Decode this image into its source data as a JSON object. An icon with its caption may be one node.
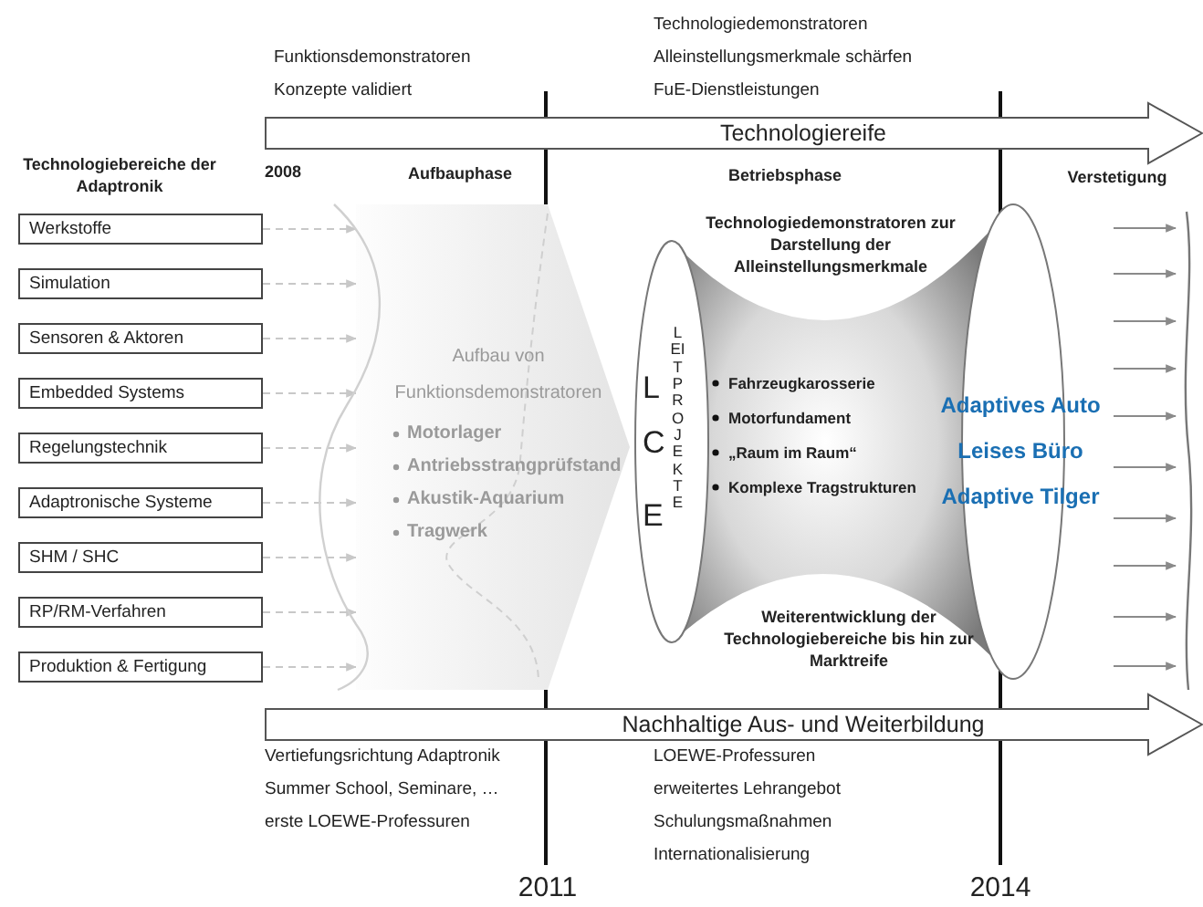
{
  "diagram": {
    "nodes": [
      {
        "text": [
          "Technologiereife"
        ]
      },
      {
        "text": [
          "Nachhaltige Aus- und Weiterbildung"
        ]
      },
      {
        "text": [
          "Werkstoffe"
        ]
      },
      {
        "text": [
          "Simulation"
        ]
      },
      {
        "text": [
          "Sensoren & Aktoren"
        ]
      },
      {
        "text": [
          "Embedded Systems"
        ]
      },
      {
        "text": [
          "Regelungstechnik"
        ]
      },
      {
        "text": [
          "Adaptronische Systeme"
        ]
      },
      {
        "text": [
          "SHM / SHC"
        ]
      },
      {
        "text": [
          "RP/RM-Verfahren"
        ]
      },
      {
        "text": [
          "Produktion & Fertigung"
        ]
      },
      {
        "text": [
          "Aufbau von Funktionsdemonstratoren",
          "Motorlager",
          "Antriebsstrangprüfstand",
          "Akustik-Aquarium",
          "Tragwerk"
        ]
      },
      {
        "text": [
          "Technologiedemonstratoren zur Darstellung der Alleinstellungsmerkmale",
          "L",
          "C",
          "E",
          "LEITPROJEKTE",
          "Fahrzeugkarosserie",
          "Motorfundament",
          "„Raum im Raum“",
          "Komplexe Tragstrukturen",
          "Weiterentwicklung der Technologiebereiche bis hin zur Marktreife",
          "Adaptives Auto",
          "Leises Büro",
          "Adaptive Tilger"
        ]
      },
      {
        "text": [],
        "shape": "bar"
      }
    ],
    "edges": [
      {
        "from": 2,
        "to": 11,
        "arrow": "to",
        "style": "dashed",
        "color": "#c8c8c8"
      },
      {
        "from": 3,
        "to": 11,
        "arrow": "to",
        "style": "dashed",
        "color": "#c8c8c8"
      },
      {
        "from": 4,
        "to": 11,
        "arrow": "to",
        "style": "dashed",
        "color": "#c8c8c8"
      },
      {
        "from": 5,
        "to": 11,
        "arrow": "to",
        "style": "dashed",
        "color": "#c8c8c8"
      },
      {
        "from": 6,
        "to": 11,
        "arrow": "to",
        "style": "dashed",
        "color": "#c8c8c8"
      },
      {
        "from": 7,
        "to": 11,
        "arrow": "to",
        "style": "dashed",
        "color": "#c8c8c8"
      },
      {
        "from": 8,
        "to": 11,
        "arrow": "to",
        "style": "dashed",
        "color": "#c8c8c8"
      },
      {
        "from": 9,
        "to": 11,
        "arrow": "to",
        "style": "dashed",
        "color": "#c8c8c8"
      },
      {
        "from": 10,
        "to": 11,
        "arrow": "to",
        "style": "dashed",
        "color": "#c8c8c8"
      },
      {
        "from": 12,
        "to": 13,
        "arrow": "to"
      },
      {
        "from": 12,
        "to": 13,
        "arrow": "to"
      },
      {
        "from": 12,
        "to": 13,
        "arrow": "to"
      },
      {
        "from": 12,
        "to": 13,
        "arrow": "to"
      },
      {
        "from": 12,
        "to": 13,
        "arrow": "to"
      },
      {
        "from": 12,
        "to": 13,
        "arrow": "to"
      },
      {
        "from": 12,
        "to": 13,
        "arrow": "to"
      },
      {
        "from": 12,
        "to": 13,
        "arrow": "to"
      },
      {
        "from": 12,
        "to": 13,
        "arrow": "to"
      },
      {
        "from": 12,
        "to": 13,
        "arrow": "to"
      }
    ],
    "labels": [
      "Funktionsdemonstratoren",
      "Konzepte validiert",
      "Technologiedemonstratoren",
      "Alleinstellungsmerkmale schärfen",
      "FuE-Dienstleistungen",
      "Technologiebereiche der Adaptronik",
      "2008",
      "Aufbauphase",
      "Betriebsphase",
      "Verstetigung",
      "Vertiefungsrichtung Adaptronik",
      "Summer School, Seminare, …",
      "erste LOEWE-Professuren",
      "LOEWE-Professuren",
      "erweitertes Lehrangebot",
      "Schulungsmaßnahmen",
      "Internationalisierung",
      "2011",
      "2014"
    ]
  }
}
